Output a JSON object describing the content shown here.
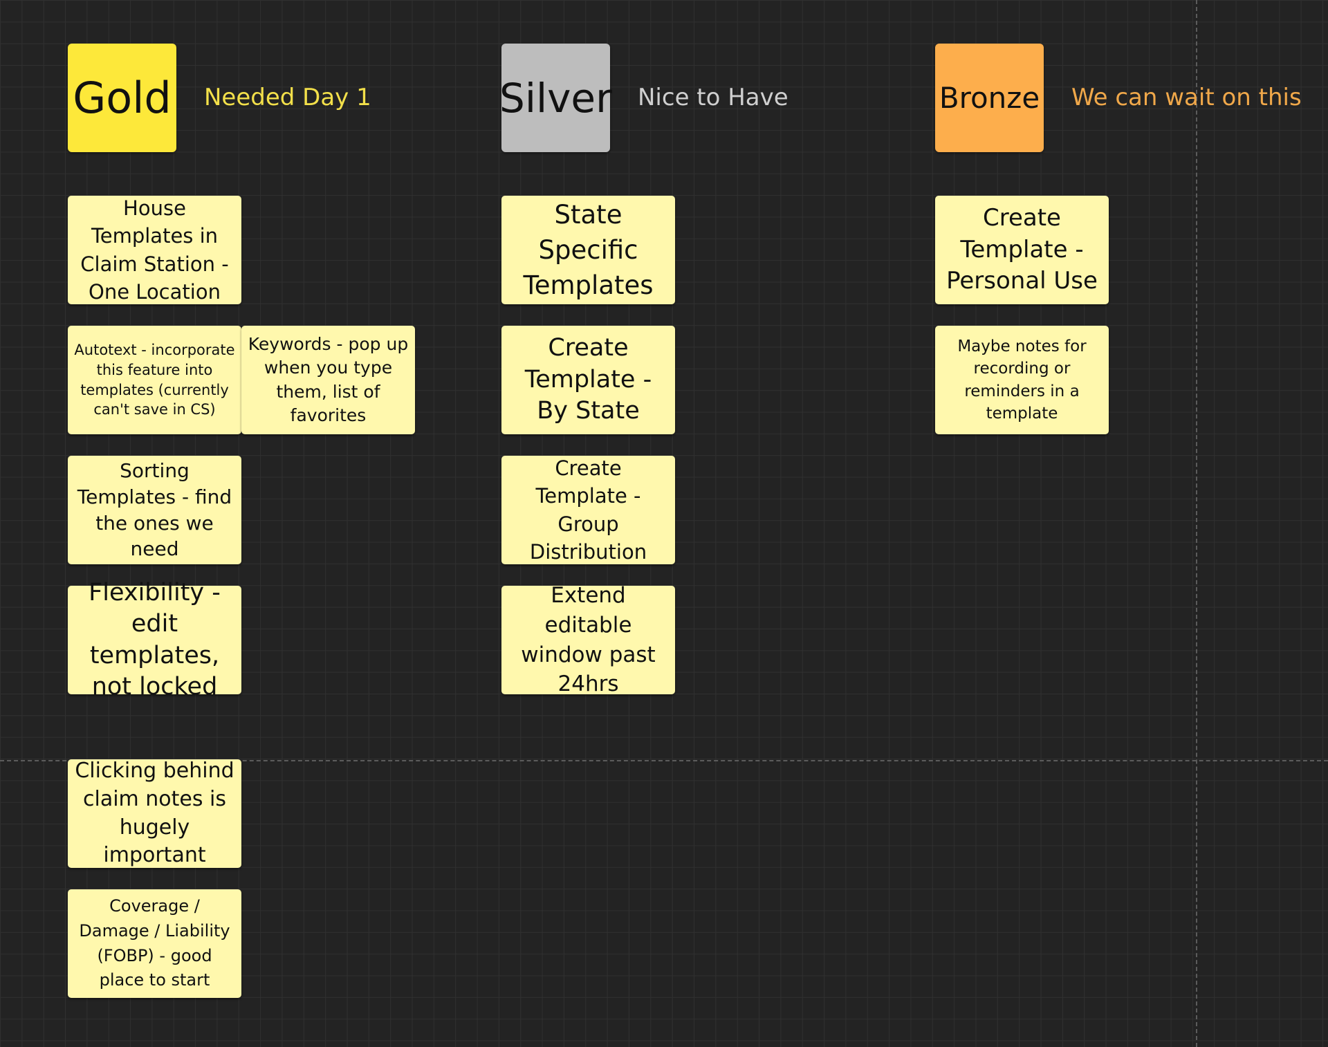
{
  "tiers": [
    {
      "label": "Gold",
      "description": "Needed Day 1",
      "color": "#fde83a",
      "description_color": "#f3e04a"
    },
    {
      "label": "Silver",
      "description": "Nice to Have",
      "color": "#bdbdbd",
      "description_color": "#cfcfcf"
    },
    {
      "label": "Bronze",
      "description": "We can wait on this",
      "color": "#fdae4c",
      "description_color": "#f0a84a"
    }
  ],
  "notes": {
    "gold": [
      "House Templates in Claim Station - One Location",
      "Autotext - incorporate this feature into templates (currently can't save in CS)",
      "Keywords - pop up when you type them, list of favorites",
      "Sorting Templates - find the ones we need",
      "Flexibility - edit templates, not locked",
      "Clicking behind claim notes is hugely important",
      "Coverage / Damage / Liability (FOBP) - good place to start"
    ],
    "silver": [
      "State Specific Templates",
      "Create Template - By State",
      "Create Template - Group Distribution",
      "Extend editable window past 24hrs"
    ],
    "bronze": [
      "Create Template - Personal Use",
      "Maybe notes for recording or reminders in a template"
    ]
  },
  "colors": {
    "board_background": "#232323",
    "grid_line": "#303030",
    "sticky_note": "#fff8ad"
  }
}
